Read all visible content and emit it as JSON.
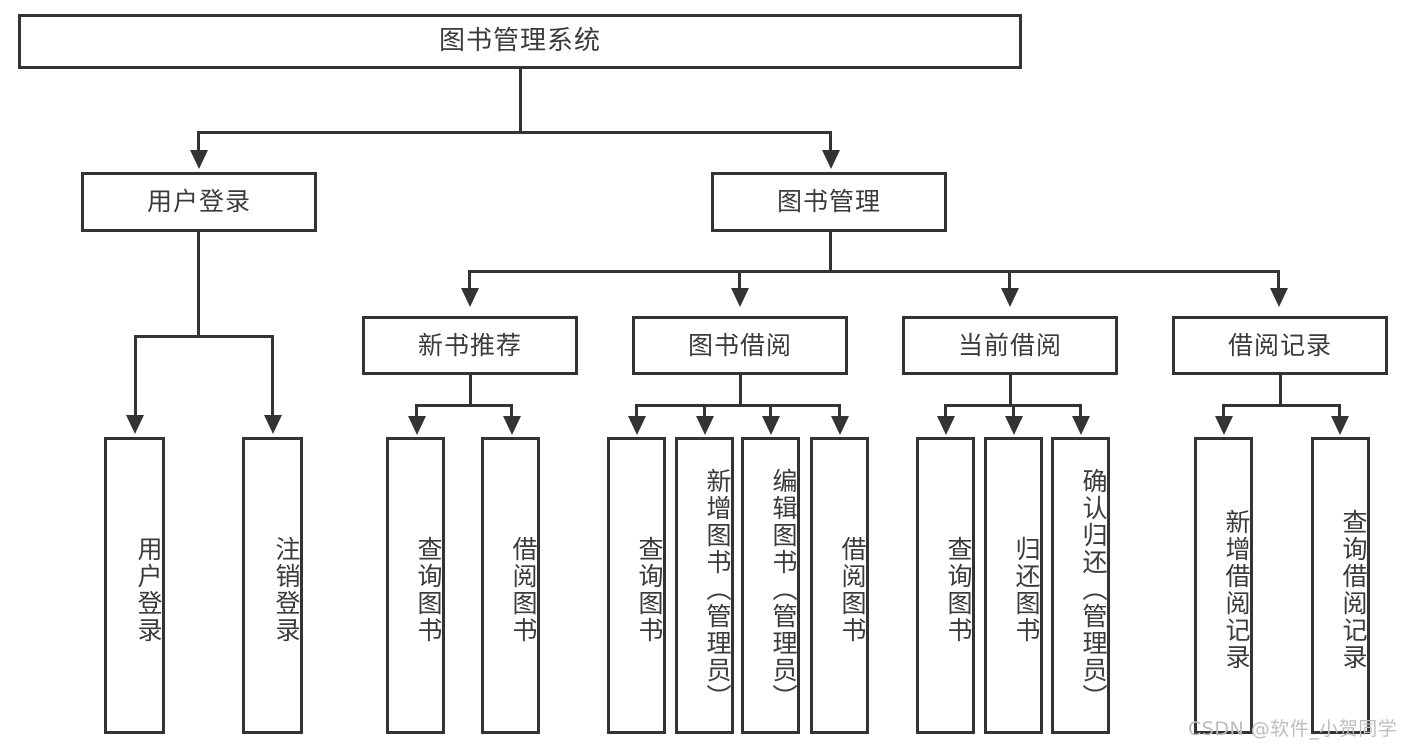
{
  "diagram": {
    "title": "图书管理系统",
    "type": "hierarchy-tree",
    "levels": 4,
    "root": {
      "label": "图书管理系统"
    },
    "level2": [
      {
        "label": "用户登录"
      },
      {
        "label": "图书管理"
      }
    ],
    "level3": [
      {
        "label": "新书推荐"
      },
      {
        "label": "图书借阅"
      },
      {
        "label": "当前借阅"
      },
      {
        "label": "借阅记录"
      }
    ],
    "leaves": {
      "user_login": [
        {
          "label": "用户登录"
        },
        {
          "label": "注销登录"
        }
      ],
      "new_book_recommend": [
        {
          "label": "查询图书"
        },
        {
          "label": "借阅图书"
        }
      ],
      "book_borrow": [
        {
          "label": "查询图书"
        },
        {
          "label": "新增图书（管理员）"
        },
        {
          "label": "编辑图书（管理员）"
        },
        {
          "label": "借阅图书"
        }
      ],
      "current_borrow": [
        {
          "label": "查询图书"
        },
        {
          "label": "归还图书"
        },
        {
          "label": "确认归还（管理员）"
        }
      ],
      "borrow_record": [
        {
          "label": "新增借阅记录"
        },
        {
          "label": "查询借阅记录"
        }
      ]
    }
  },
  "watermark": {
    "text": "CSDN @软件_小贺同学"
  },
  "colors": {
    "stroke": "#333333",
    "text": "#3b3b3b",
    "background": "#ffffff",
    "watermark": "#bdbdbd"
  }
}
